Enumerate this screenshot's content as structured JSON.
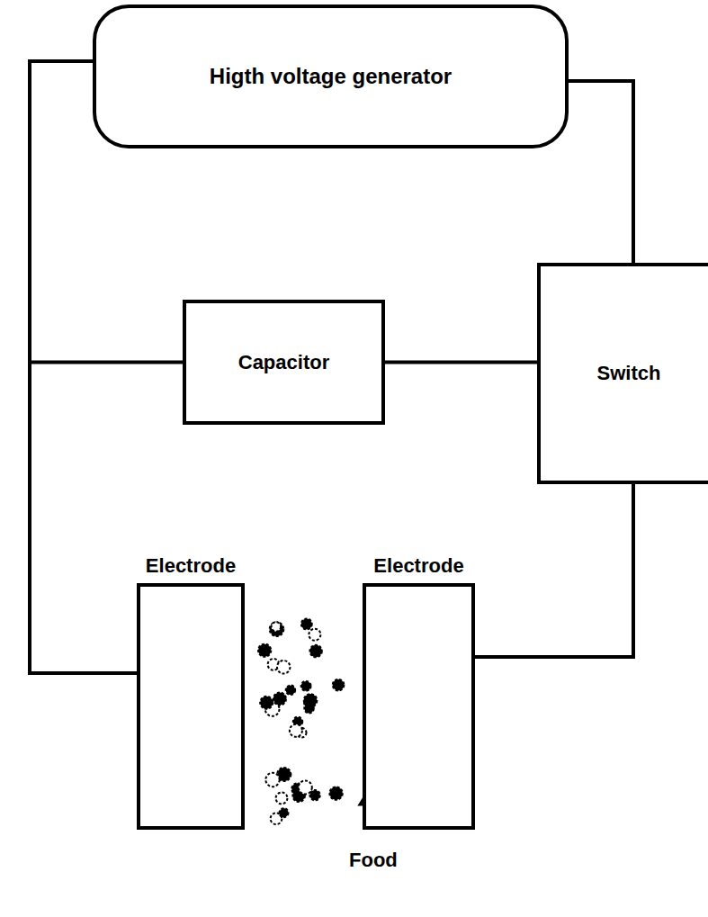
{
  "diagram": {
    "nodes": [
      {
        "text": [
          "Higth voltage generator"
        ]
      },
      {
        "text": [
          "Capacitor"
        ]
      },
      {
        "text": [
          "Switch"
        ]
      },
      {
        "text": [
          "Electrode"
        ]
      },
      {
        "text": [
          "Electrode"
        ]
      }
    ],
    "edges": [
      {
        "from": 0,
        "to": 3,
        "arrow": "none"
      },
      {
        "from": 1,
        "to": 3,
        "arrow": "none"
      },
      {
        "from": 0,
        "to": 2,
        "arrow": "none"
      },
      {
        "from": 1,
        "to": 2,
        "arrow": "none"
      },
      {
        "from": 2,
        "to": 4,
        "arrow": "none"
      }
    ],
    "labels": [
      "Food"
    ]
  }
}
